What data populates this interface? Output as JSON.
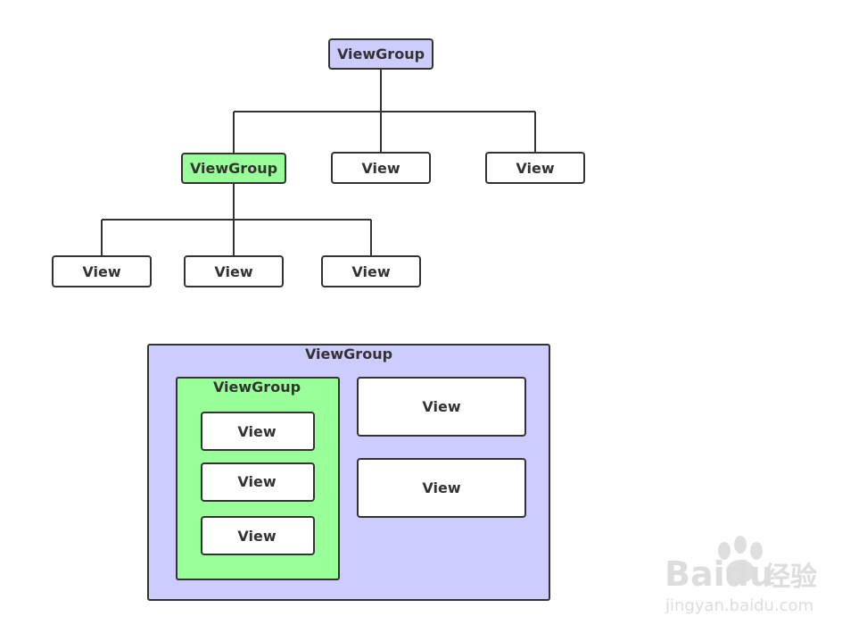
{
  "colors": {
    "root": "#ccccff",
    "group": "#99ff99",
    "view": "#ffffff",
    "stroke": "#333333",
    "text": "#333333",
    "watermark": "#d8d8d8"
  },
  "tree": {
    "root": {
      "label": "ViewGroup"
    },
    "level1": [
      {
        "label": "ViewGroup",
        "type": "group"
      },
      {
        "label": "View",
        "type": "view"
      },
      {
        "label": "View",
        "type": "view"
      }
    ],
    "level2": [
      {
        "label": "View"
      },
      {
        "label": "View"
      },
      {
        "label": "View"
      }
    ]
  },
  "nested": {
    "outer_label": "ViewGroup",
    "inner_label": "ViewGroup",
    "inner_views": [
      "View",
      "View",
      "View"
    ],
    "side_views": [
      "View",
      "View"
    ]
  },
  "watermark": {
    "brand": "Baidu",
    "cn": "经验",
    "url": "jingyan.baidu.com"
  }
}
